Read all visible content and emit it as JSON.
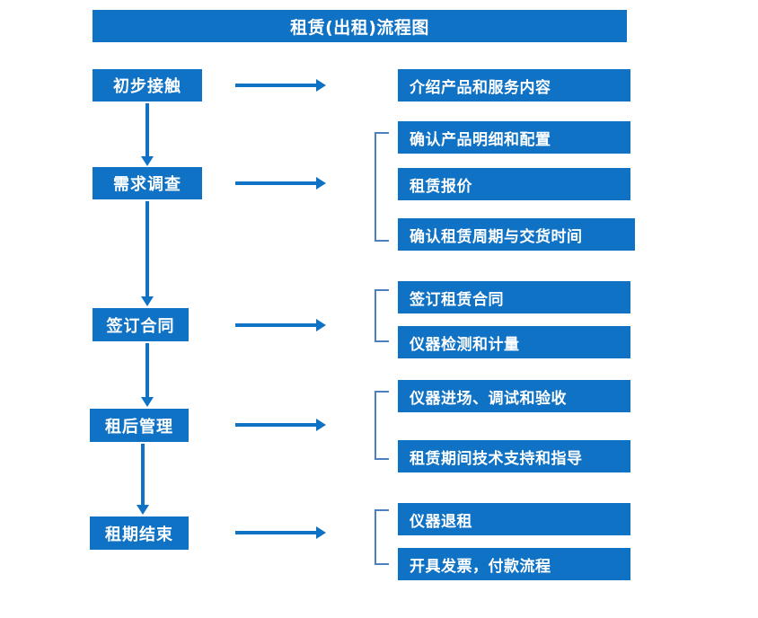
{
  "diagram": {
    "title": "租赁(出租)流程图",
    "accent_color": "#0f72c5",
    "bracket_color": "#4a80bf",
    "text_color": "#ffffff",
    "background_color": "#ffffff",
    "type": "flowchart",
    "stages": [
      {
        "label": "初步接触"
      },
      {
        "label": "需求调查"
      },
      {
        "label": "签订合同"
      },
      {
        "label": "租后管理"
      },
      {
        "label": "租期结束"
      }
    ],
    "details": [
      {
        "label": "介绍产品和服务内容"
      },
      {
        "label": "确认产品明细和配置"
      },
      {
        "label": "租赁报价"
      },
      {
        "label": "确认租赁周期与交货时间"
      },
      {
        "label": "签订租赁合同"
      },
      {
        "label": "仪器检测和计量"
      },
      {
        "label": "仪器进场、调试和验收"
      },
      {
        "label": "租赁期间技术支持和指导"
      },
      {
        "label": "仪器退租"
      },
      {
        "label": "开具发票，付款流程"
      }
    ],
    "groups": [
      {
        "stage": "需求调查",
        "details": [
          "确认产品明细和配置",
          "租赁报价",
          "确认租赁周期与交货时间"
        ]
      },
      {
        "stage": "签订合同",
        "details": [
          "签订租赁合同",
          "仪器检测和计量"
        ]
      },
      {
        "stage": "租后管理",
        "details": [
          "仪器进场、调试和验收",
          "租赁期间技术支持和指导"
        ]
      },
      {
        "stage": "租期结束",
        "details": [
          "仪器退租",
          "开具发票，付款流程"
        ]
      }
    ]
  }
}
